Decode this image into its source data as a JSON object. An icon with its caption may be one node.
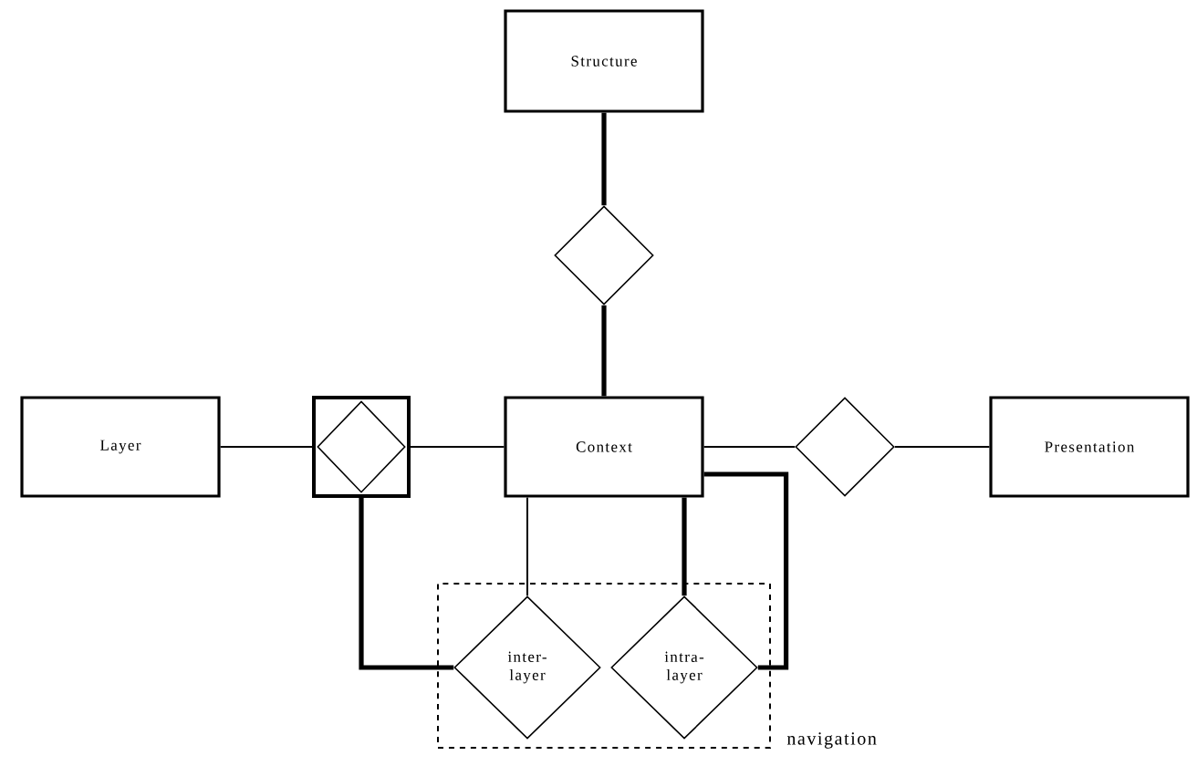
{
  "diagram": {
    "nodes": [
      {
        "text": [
          "Structure"
        ]
      },
      {
        "text": [],
        "shape": "diamond"
      },
      {
        "text": [
          "Layer"
        ]
      },
      {
        "text": [],
        "shape": "box"
      },
      {
        "text": [],
        "shape": "diamond",
        "in": 3
      },
      {
        "text": [
          "Context"
        ]
      },
      {
        "text": [],
        "shape": "diamond"
      },
      {
        "text": [
          "Presentation"
        ]
      },
      {
        "text": [
          "navigation"
        ]
      },
      {
        "text": [
          "inter- layer"
        ],
        "in": 8
      },
      {
        "text": [
          "intra- layer"
        ],
        "in": 8
      }
    ],
    "edges": [
      {
        "from": 0,
        "to": 1,
        "arrow": "none",
        "style": "thick"
      },
      {
        "from": 1,
        "to": 5,
        "arrow": "none",
        "style": "thick"
      },
      {
        "from": 2,
        "to": 3,
        "arrow": "none"
      },
      {
        "from": 3,
        "to": 5,
        "arrow": "none"
      },
      {
        "from": 3,
        "to": 9,
        "arrow": "none",
        "style": "thick"
      },
      {
        "from": 5,
        "to": 9,
        "arrow": "none"
      },
      {
        "from": 5,
        "to": 10,
        "arrow": "none",
        "style": "thick"
      },
      {
        "from": 5,
        "to": 10,
        "arrow": "none",
        "style": "thick"
      },
      {
        "from": 5,
        "to": 6,
        "arrow": "none"
      },
      {
        "from": 6,
        "to": 7,
        "arrow": "none"
      }
    ]
  }
}
